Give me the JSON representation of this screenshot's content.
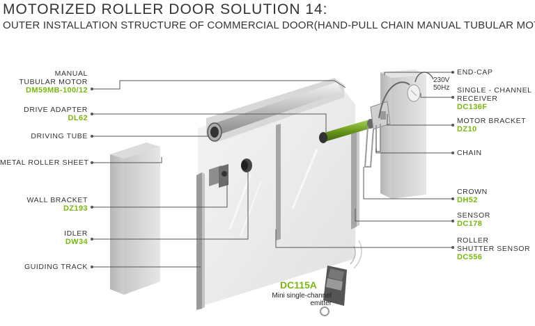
{
  "title": "MOTORIZED ROLLER DOOR  SOLUTION 14:",
  "subtitle": "OUTER INSTALLATION STRUCTURE OF COMMERCIAL DOOR(HAND-PULL CHAIN MANUAL TUBULAR MOTOR)",
  "left_labels": {
    "motor": {
      "line1": "MANUAL",
      "line2": "TUBULAR MOTOR",
      "code": "DM59MB-100/12"
    },
    "drive_adapter": {
      "name": "DRIVE ADAPTER",
      "code": "DL62"
    },
    "driving_tube": {
      "name": "DRIVING TUBE"
    },
    "roller_sheet": {
      "name": "METAL ROLLER SHEET"
    },
    "wall_bracket": {
      "name": "WALL BRACKET",
      "code": "DZ193"
    },
    "idler": {
      "name": "IDLER",
      "code": "DW34"
    },
    "guiding_track": {
      "name": "GUIDING TRACK"
    }
  },
  "right_labels": {
    "end_cap": {
      "name": "END-CAP"
    },
    "receiver": {
      "line1": "SINGLE -  CHANNEL",
      "line2": "RECEIVER",
      "code": "DC136F"
    },
    "motor_bracket": {
      "name": "MOTOR BRACKET",
      "code": "DZ10"
    },
    "chain": {
      "name": "CHAIN"
    },
    "crown": {
      "name": "CROWN",
      "code": "DH52"
    },
    "sensor": {
      "name": "SENSOR",
      "code": "DC178"
    },
    "shutter_sensor": {
      "line1": "ROLLER",
      "line2": "SHUTTER SENSOR",
      "code": "DC556"
    }
  },
  "power": {
    "voltage": "230V",
    "frequency": "50Hz"
  },
  "emitter": {
    "code": "DC115A",
    "line1": "Mini single-channel",
    "line2": "emitter"
  },
  "colors": {
    "accent": "#79b80e",
    "text": "#333333",
    "line": "#555555"
  }
}
